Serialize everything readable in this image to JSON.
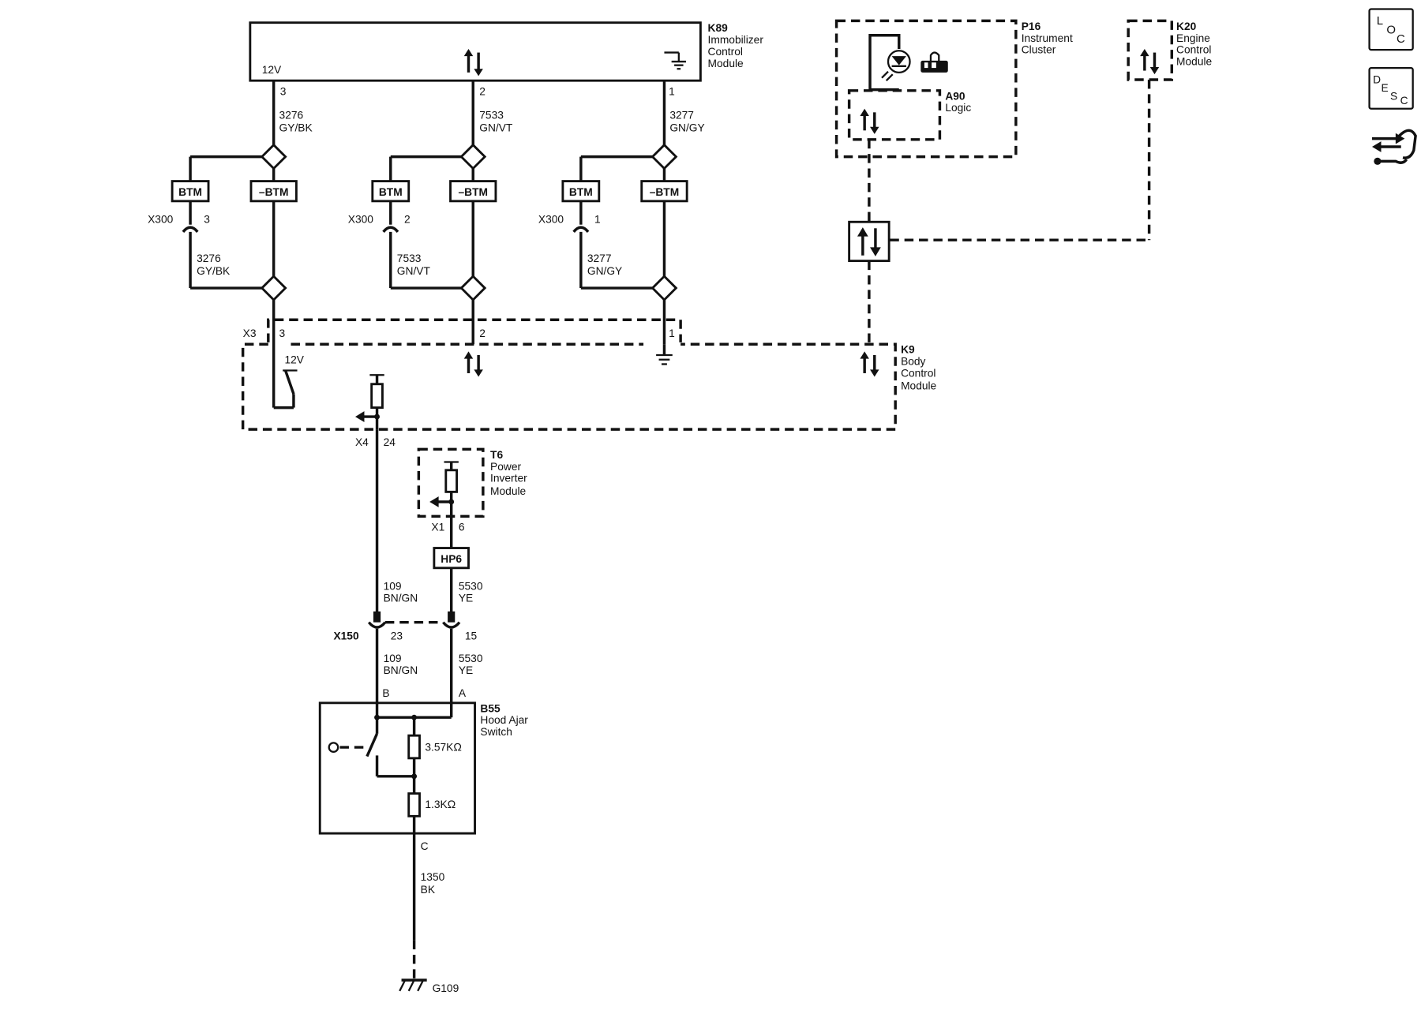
{
  "modules": {
    "k89": {
      "lines": [
        "K89",
        "Immobilizer",
        "Control",
        "Module"
      ],
      "power_label": "12V",
      "pins": [
        "3",
        "2",
        "1"
      ]
    },
    "p16": {
      "lines": [
        "P16",
        "Instrument",
        "Cluster"
      ]
    },
    "a90": {
      "lines": [
        "A90",
        "Logic"
      ]
    },
    "k20": {
      "lines": [
        "K20",
        "Engine",
        "Control",
        "Module"
      ]
    },
    "k9": {
      "lines": [
        "K9",
        "Body",
        "Control",
        "Module"
      ],
      "connector_x3": "X3",
      "pins": [
        "3",
        "2",
        "1"
      ],
      "power_label": "12V",
      "connector_x4": "X4",
      "pin_x4": "24"
    },
    "t6": {
      "lines": [
        "T6",
        "Power",
        "Inverter",
        "Module"
      ],
      "connector": "X1",
      "pin": "6"
    },
    "b55": {
      "lines": [
        "B55",
        "Hood Ajar",
        "Switch"
      ],
      "pins": [
        "B",
        "A",
        "C"
      ],
      "r1": "3.57KΩ",
      "r2": "1.3KΩ"
    }
  },
  "circuits": {
    "c3276": {
      "number": "3276",
      "color": "GY/BK"
    },
    "c7533": {
      "number": "7533",
      "color": "GN/VT"
    },
    "c3277": {
      "number": "3277",
      "color": "GN/GY"
    },
    "c109": {
      "number": "109",
      "color": "BN/GN"
    },
    "c5530": {
      "number": "5530",
      "color": "YE"
    },
    "c1350": {
      "number": "1350",
      "color": "BK"
    }
  },
  "splice_packs": {
    "btm": "BTM",
    "not_btm": "–BTM",
    "hp6": "HP6"
  },
  "connectors": {
    "x300": {
      "name": "X300",
      "pins": [
        "3",
        "2",
        "1"
      ]
    },
    "x150": {
      "name": "X150",
      "pins": [
        "23",
        "15"
      ]
    }
  },
  "ground": {
    "name": "G109"
  },
  "nav": {
    "loc": {
      "label_top": "L",
      "label_mid": "O",
      "label_bot": "C",
      "icon": "location-icon"
    },
    "desc": {
      "label_top": "D",
      "label_mid": "E",
      "label_bot": "S",
      "label_end": "C",
      "icon": "description-icon"
    },
    "repair": {
      "icon": "repair-wrench-icon"
    }
  }
}
